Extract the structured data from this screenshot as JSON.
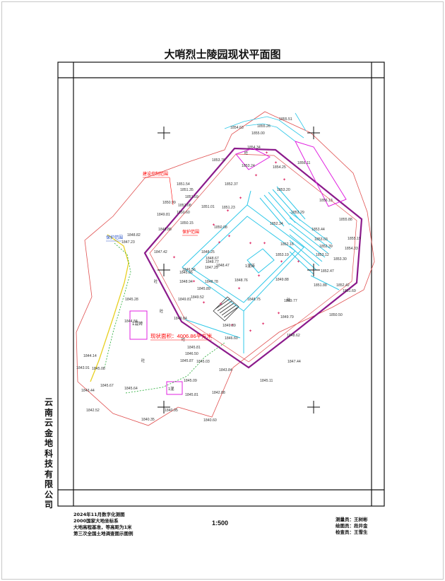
{
  "title": "大哨烈士陵园现状平面图",
  "company": "云南云金地科技有限公司",
  "scale": "1:500",
  "notes": [
    "2024年11月数字化测图",
    "2000国家大地坐标系",
    "大地高程基准，等高距为1米",
    "第三次全国土地调查图示图例"
  ],
  "staff": [
    "测量员：王树彬",
    "绘图员：段井金",
    "检查员：王雪生"
  ],
  "map": {
    "area_label": "现状面积：4006.86平方米",
    "callouts": [
      "建设控制范围",
      "保护范围",
      "保护范围"
    ],
    "buildings": [
      "1混砖",
      "1混",
      "1混砖"
    ],
    "building_codes": [
      "砼",
      "砼",
      "砼",
      "砼",
      "砼",
      "砼"
    ],
    "elevations": [
      "1855.51",
      "1855.26",
      "1854.63",
      "1855.00",
      "1854.34",
      "1853.76",
      "1853.24",
      "1854.25",
      "1856.11",
      "1852.37",
      "1853.20",
      "1851.54",
      "1851.35",
      "1851.59",
      "1850.99",
      "1851.08",
      "1851.01",
      "1851.23",
      "1853.29",
      "1850.60",
      "1849.81",
      "1850.15",
      "1856.13",
      "1855.88",
      "1848.88",
      "1852.34",
      "1853.44",
      "1848.82",
      "1847.23",
      "1850.08",
      "1853.03",
      "1852.39",
      "1855.19",
      "1854.33",
      "1847.42",
      "1848.25",
      "1852.16",
      "1848.67",
      "1846.56",
      "1848.77",
      "1853.12",
      "1853.30",
      "1848.47",
      "1847.29",
      "1853.19",
      "1852.47",
      "1845.86",
      "1848.94",
      "1848.78",
      "1845.89",
      "1848.76",
      "1851.88",
      "1852.42",
      "1851.69",
      "1849.52",
      "1849.88",
      "1845.28",
      "1849.81",
      "1848.75",
      "1849.77",
      "1850.50",
      "1844.84",
      "1849.84",
      "1849.89",
      "1849.79",
      "1846.60",
      "1848.62",
      "1845.81",
      "1846.50",
      "1844.14",
      "1845.87",
      "1845.03",
      "1847.44",
      "1843.91",
      "1845.08",
      "1843.84",
      "1845.11",
      "1845.67",
      "1845.64",
      "1845.09",
      "1843.44",
      "1842.88",
      "1842.52",
      "1845.81",
      "1840.95",
      "1840.35",
      "1840.60"
    ]
  },
  "colors": {
    "red_boundary": "#e05050",
    "purple_wall": "#8b1a8b",
    "magenta": "#e020e0",
    "cyan": "#30c8e8",
    "green": "#22aa33",
    "yellow": "#e8d020",
    "callout_red": "#ff0000"
  }
}
